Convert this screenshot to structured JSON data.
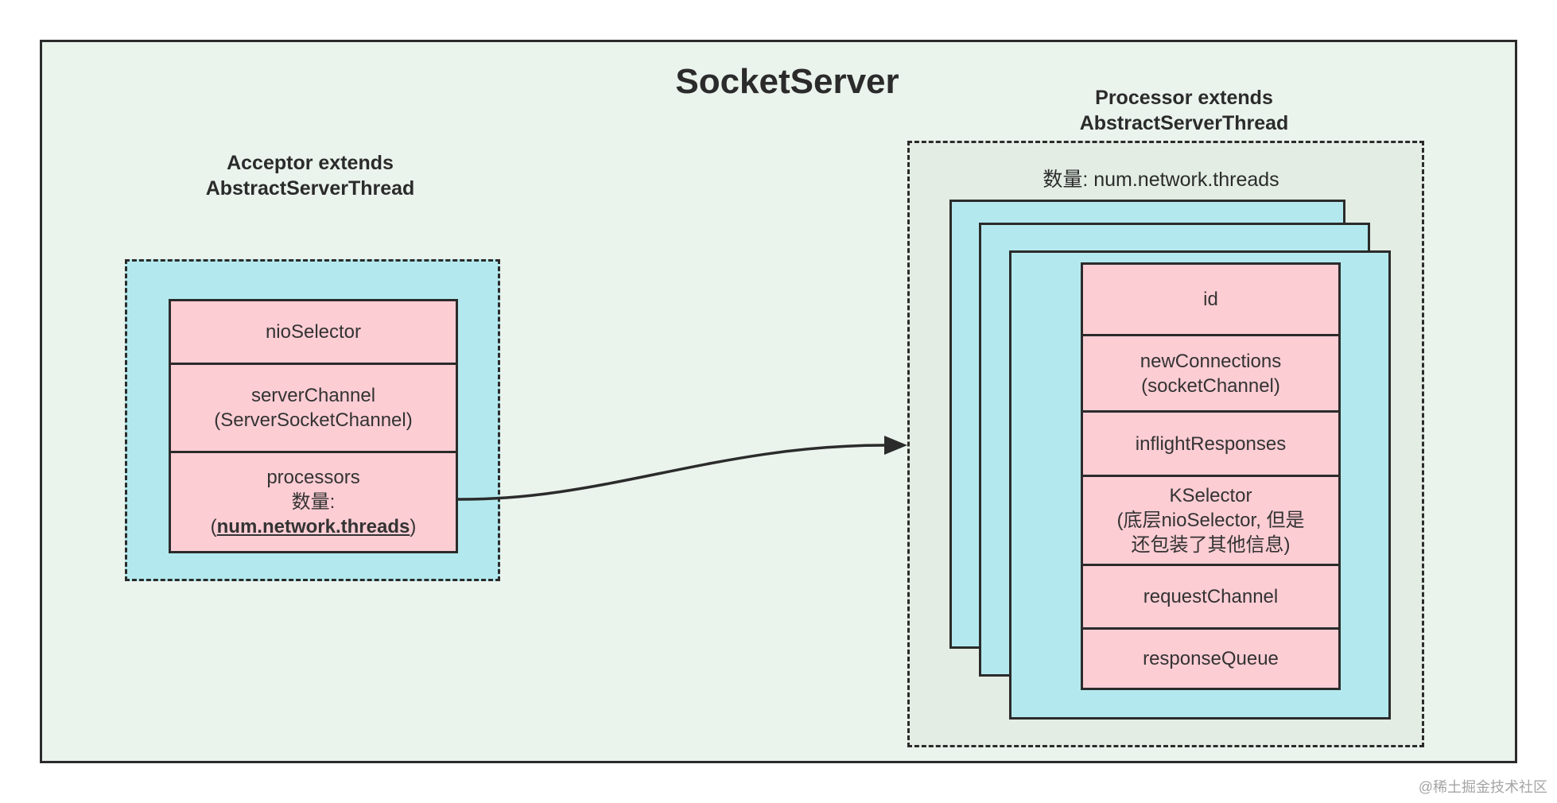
{
  "title": "SocketServer",
  "acceptor": {
    "label_line1": "Acceptor extends",
    "label_line2": "AbstractServerThread",
    "fields": {
      "nio_selector": "nioSelector",
      "server_channel_line1": "serverChannel",
      "server_channel_line2": "(ServerSocketChannel)",
      "processors_line1": "processors",
      "processors_line2": "数量:",
      "processors_paren_open": "(",
      "processors_value": "num.network.threads",
      "processors_paren_close": ")"
    }
  },
  "processor": {
    "label_line1": "Processor extends",
    "label_line2": "AbstractServerThread",
    "count_label": "数量: num.network.threads",
    "fields": {
      "id": "id",
      "new_connections_line1": "newConnections",
      "new_connections_line2": "(socketChannel)",
      "inflight_responses": "inflightResponses",
      "kselector_line1": "KSelector",
      "kselector_line2": "(底层nioSelector, 但是",
      "kselector_line3": "还包装了其他信息)",
      "request_channel": "requestChannel",
      "response_queue": "responseQueue"
    }
  },
  "watermark": "@稀土掘金技术社区",
  "colors": {
    "outer_bg": "#eaf3ec",
    "cyan": "#b3e9ee",
    "pink": "#fdcdd4",
    "stroke": "#2b2b2b"
  }
}
